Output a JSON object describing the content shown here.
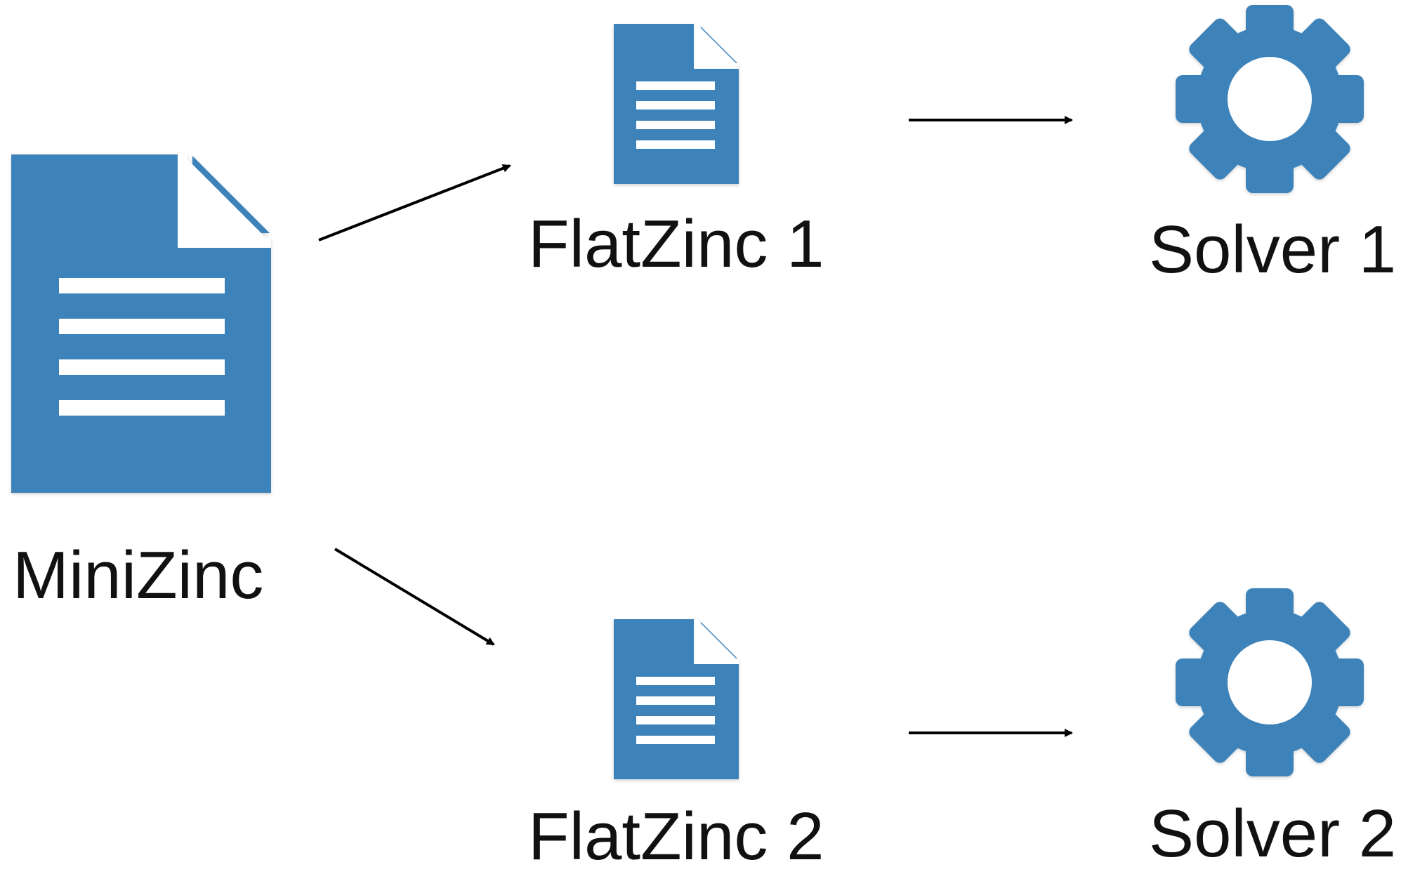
{
  "nodes": {
    "minizinc": {
      "label": "MiniZinc",
      "icon": "document-icon"
    },
    "flatzinc1": {
      "label": "FlatZinc 1",
      "icon": "document-icon"
    },
    "flatzinc2": {
      "label": "FlatZinc 2",
      "icon": "document-icon"
    },
    "solver1": {
      "label": "Solver 1",
      "icon": "gear-icon"
    },
    "solver2": {
      "label": "Solver 2",
      "icon": "gear-icon"
    }
  },
  "edges": [
    {
      "from": "MiniZinc",
      "to": "FlatZinc 1"
    },
    {
      "from": "MiniZinc",
      "to": "FlatZinc 2"
    },
    {
      "from": "FlatZinc 1",
      "to": "Solver 1"
    },
    {
      "from": "FlatZinc 2",
      "to": "Solver 2"
    }
  ],
  "colors": {
    "icon_fill": "#3D83BA",
    "icon_shadow": "#2F6E9F",
    "text": "#111111",
    "arrow": "#000000",
    "background": "#FFFFFF"
  }
}
